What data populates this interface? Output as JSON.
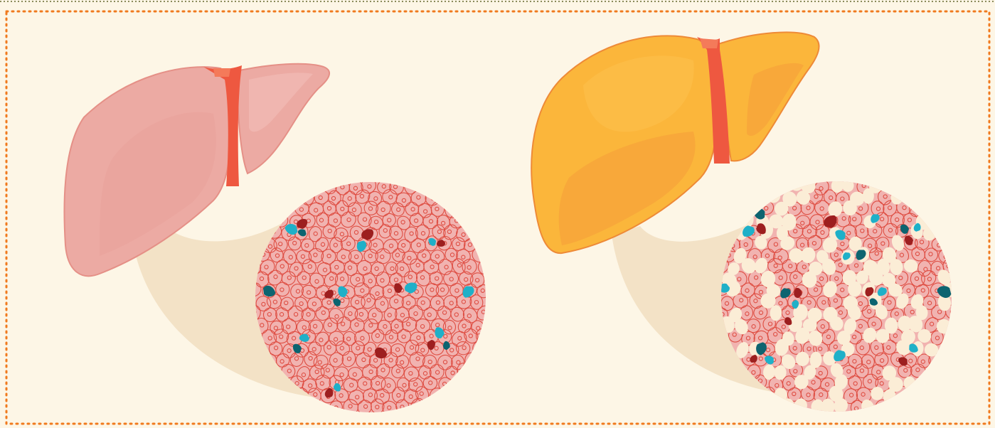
{
  "figure": {
    "panels": [
      {
        "id": "healthy",
        "organ": "liver",
        "state": "normal"
      },
      {
        "id": "fatty",
        "organ": "liver",
        "state": "fat-accumulation"
      }
    ],
    "colors": {
      "background": "#fbf3e3",
      "outer_frame": "#8a8a5a",
      "inner_frame": "#f07a1e",
      "healthy_liver": "#ecaaa3",
      "healthy_liver_edge": "#e59087",
      "fatty_liver": "#fbb63b",
      "fatty_liver_edge": "#ee8a37",
      "ligament": "#ee5840",
      "callout_shadow": "#f3e2c6",
      "tissue": "#f1b3b0",
      "cell_outline": "#de4d42",
      "fat_droplet": "#fbedd6",
      "kupffer_cyan": "#1fb0c8",
      "kupffer_teal": "#0d6470",
      "stellate_red": "#9d1f1f"
    }
  }
}
